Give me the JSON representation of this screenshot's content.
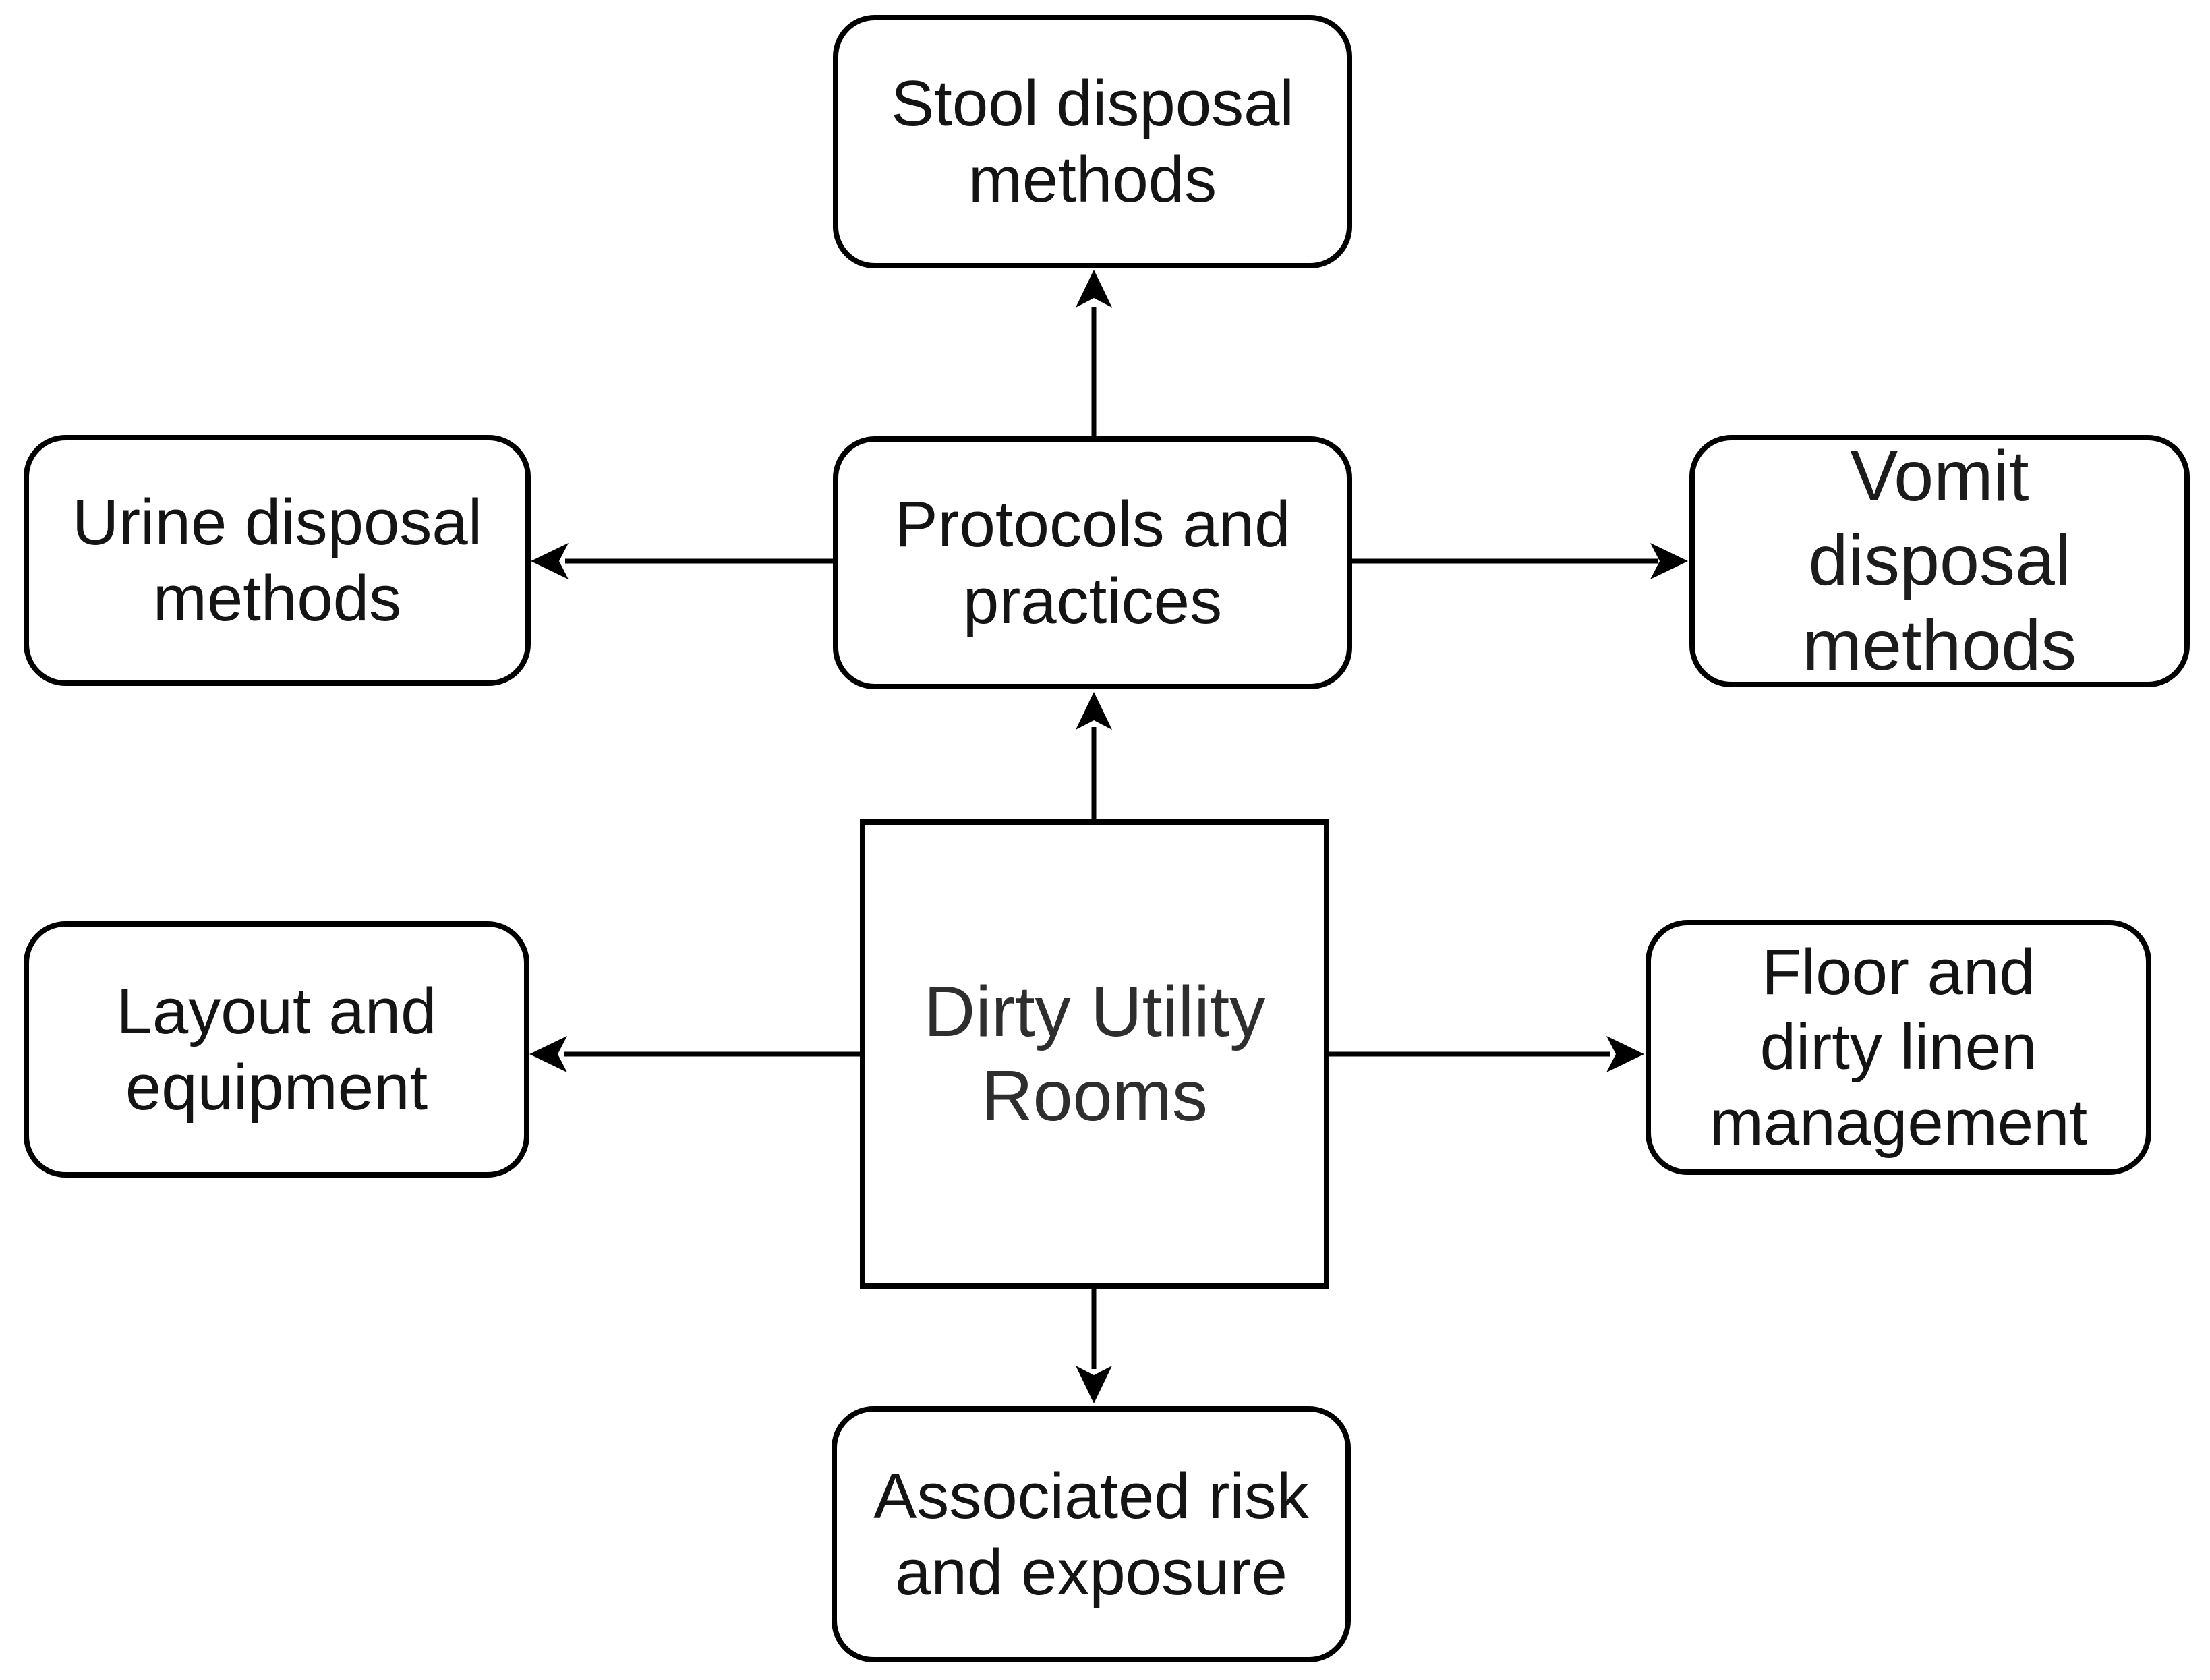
{
  "diagram": {
    "background_color": "#ffffff",
    "line_color": "#000000",
    "text_color": "#141414",
    "nodes": {
      "stool": {
        "label": "Stool disposal\nmethods",
        "shape": "rounded-rectangle"
      },
      "protocols": {
        "label": "Protocols and\npractices",
        "shape": "rounded-rectangle"
      },
      "urine": {
        "label": "Urine disposal\nmethods",
        "shape": "rounded-rectangle"
      },
      "vomit": {
        "label": "Vomit disposal\nmethods",
        "shape": "rounded-rectangle"
      },
      "dirty": {
        "label": "Dirty Utility\nRooms",
        "shape": "rectangle"
      },
      "layout": {
        "label": "Layout and\nequipment",
        "shape": "rounded-rectangle"
      },
      "floor": {
        "label": "Floor and\ndirty linen\nmanagement",
        "shape": "rounded-rectangle"
      },
      "risk": {
        "label": "Associated risk\nand exposure",
        "shape": "rounded-rectangle"
      }
    },
    "edges": [
      {
        "from": "protocols",
        "to": "stool",
        "direction": "up"
      },
      {
        "from": "protocols",
        "to": "urine",
        "direction": "left"
      },
      {
        "from": "protocols",
        "to": "vomit",
        "direction": "right"
      },
      {
        "from": "dirty",
        "to": "protocols",
        "direction": "up"
      },
      {
        "from": "dirty",
        "to": "layout",
        "direction": "left"
      },
      {
        "from": "dirty",
        "to": "floor",
        "direction": "right"
      },
      {
        "from": "dirty",
        "to": "risk",
        "direction": "down"
      }
    ]
  }
}
